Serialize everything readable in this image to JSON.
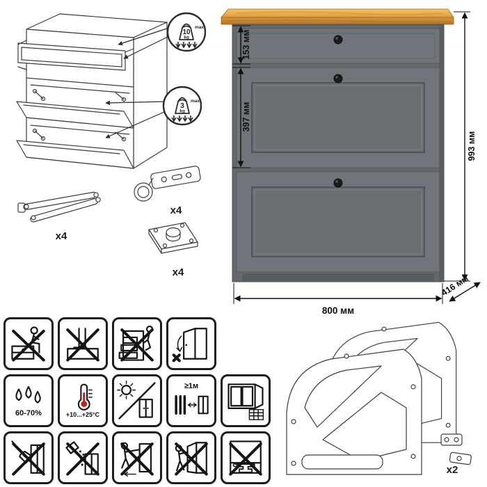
{
  "dimensions": {
    "drawer_height": "153 мм",
    "flap_height": "397 мм",
    "total_height": "993 мм",
    "width": "800 мм",
    "depth": "416 мм"
  },
  "load_limits": {
    "drawer": {
      "value": "10",
      "unit": "kg",
      "max_label": "max"
    },
    "flap": {
      "value": "3",
      "unit": "kg",
      "max_label": "max"
    }
  },
  "hardware": {
    "lid_stay_qty": "x4",
    "hinge_qty": "x4",
    "mount_plate_qty": "x4",
    "side_panel_qty": "x2"
  },
  "care": {
    "humidity": "60-70%",
    "temperature": "+10...+25°C",
    "min_distance": "≥1м"
  },
  "colors": {
    "cabinet_body": "#63686c",
    "cabinet_front": "#6f757a",
    "wood_top_light": "#f6c06a",
    "wood_top_dark": "#b47527",
    "knob": "#1b1b1d",
    "outline": "#111111"
  },
  "warning_icons": [
    "no-sit",
    "no-stand",
    "no-climb",
    "door-care",
    "humidity-60-70",
    "temperature-range",
    "no-direct-sun",
    "heat-distance",
    "ventilation",
    "no-sharp-tools",
    "no-abrasives",
    "no-drag",
    "no-door-lean",
    "no-overload"
  ]
}
